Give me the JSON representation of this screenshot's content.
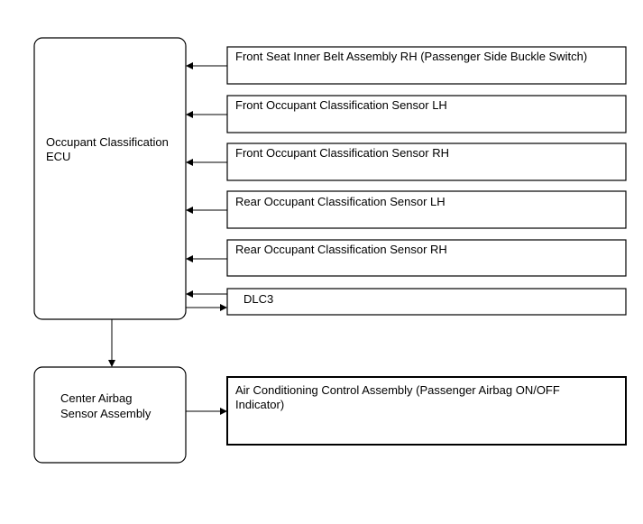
{
  "ecu": {
    "line1": "Occupant Classification",
    "line2": "ECU"
  },
  "airbag": {
    "line1": "Center Airbag",
    "line2": "Sensor Assembly"
  },
  "components": [
    {
      "label": "Front Seat Inner Belt Assembly RH (Passenger Side Buckle Switch)"
    },
    {
      "label": "Front Occupant Classification Sensor LH"
    },
    {
      "label": "Front Occupant Classification Sensor RH"
    },
    {
      "label": "Rear Occupant Classification Sensor LH"
    },
    {
      "label": "Rear Occupant Classification Sensor RH"
    },
    {
      "label": "DLC3"
    }
  ],
  "indicator": {
    "line1": "Air Conditioning Control Assembly (Passenger Airbag ON/OFF",
    "line2": "Indicator)"
  }
}
